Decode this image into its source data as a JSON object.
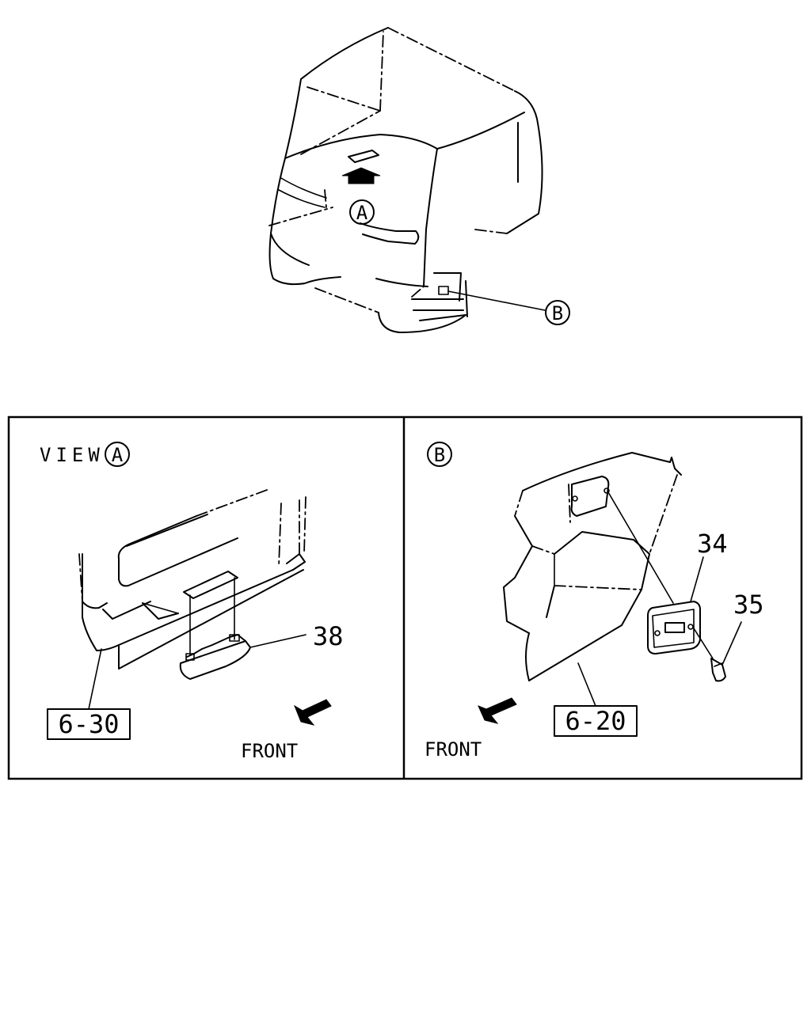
{
  "top_view": {
    "callout_a": "A",
    "callout_b": "B"
  },
  "panel_a": {
    "view_label": "VIEW",
    "callout": "A",
    "part_38": "38",
    "ref_box": "6-30",
    "front_label": "FRONT"
  },
  "panel_b": {
    "callout": "B",
    "part_34": "34",
    "part_35": "35",
    "ref_box": "6-20",
    "front_label": "FRONT"
  }
}
